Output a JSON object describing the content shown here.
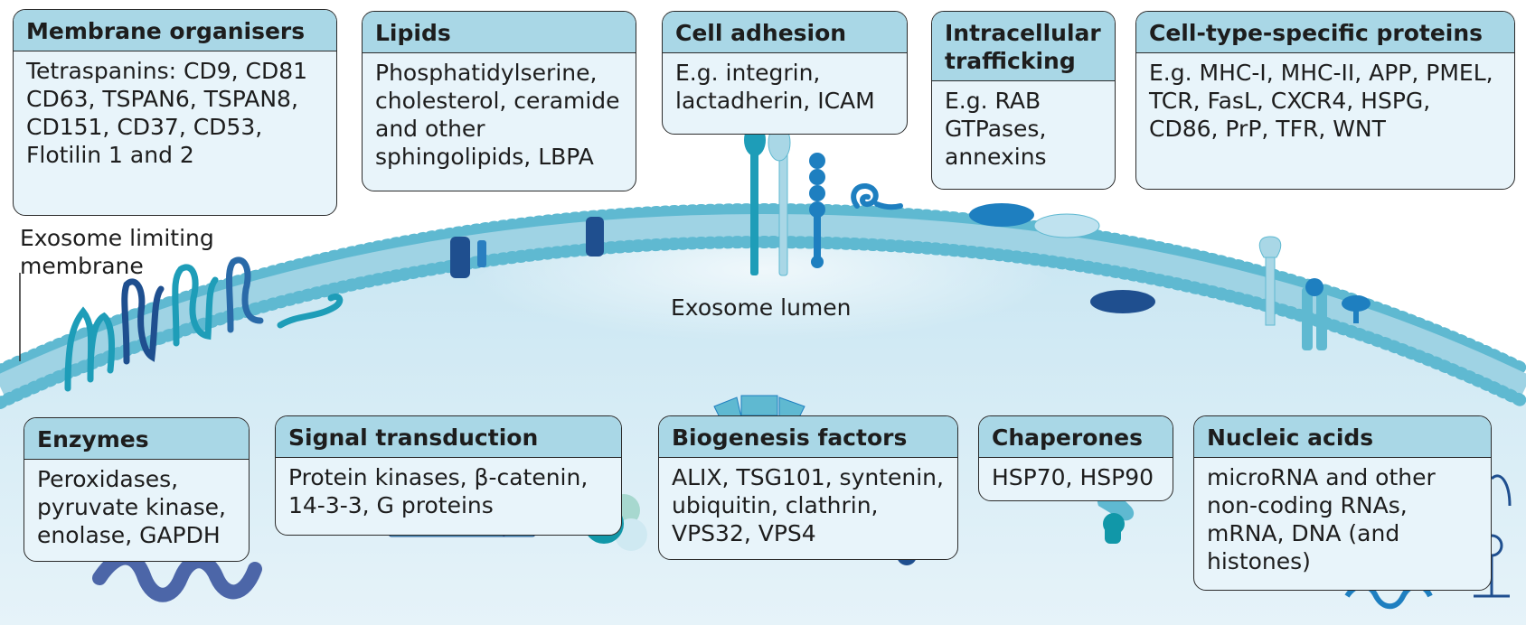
{
  "labels": {
    "membrane": "Exosome limiting membrane",
    "lumen": "Exosome lumen"
  },
  "boxes": {
    "membrane_organisers": {
      "title": "Membrane organisers",
      "body": "Tetraspanins: CD9, CD81 CD63, TSPAN6, TSPAN8, CD151, CD37, CD53, Flotilin 1 and 2"
    },
    "lipids": {
      "title": "Lipids",
      "body": "Phosphatidylserine, cholesterol, ceramide and other sphingolipids, LBPA"
    },
    "cell_adhesion": {
      "title": "Cell adhesion",
      "body": "E.g. integrin, lactadherin, ICAM"
    },
    "intracellular_trafficking": {
      "title": "Intracellular trafficking",
      "body": "E.g. RAB GTPases, annexins"
    },
    "cell_type_specific": {
      "title": "Cell-type-specific proteins",
      "body": "E.g. MHC-I, MHC-II, APP, PMEL, TCR, FasL, CXCR4, HSPG, CD86, PrP, TFR, WNT"
    },
    "enzymes": {
      "title": "Enzymes",
      "body": "Peroxidases, pyruvate kinase, enolase, GAPDH"
    },
    "signal_transduction": {
      "title": "Signal transduction",
      "body": "Protein kinases, β-catenin, 14-3-3, G proteins"
    },
    "biogenesis_factors": {
      "title": "Biogenesis factors",
      "body": "ALIX, TSG101, syntenin, ubiquitin, clathrin, VPS32, VPS4"
    },
    "chaperones": {
      "title": "Chaperones",
      "body": "HSP70, HSP90"
    },
    "nucleic_acids": {
      "title": "Nucleic acids",
      "body": "microRNA and other non-coding RNAs, mRNA, DNA (and histones)"
    }
  },
  "colors": {
    "lumen": "#d6ecf5",
    "membrane": "#8ccfe0",
    "lipid_head": "#5fb9d1",
    "protein_dark": "#1f4f8f",
    "protein_teal": "#1e9db8",
    "protein_light": "#a9d7e6",
    "header": "#a9d7e6"
  }
}
